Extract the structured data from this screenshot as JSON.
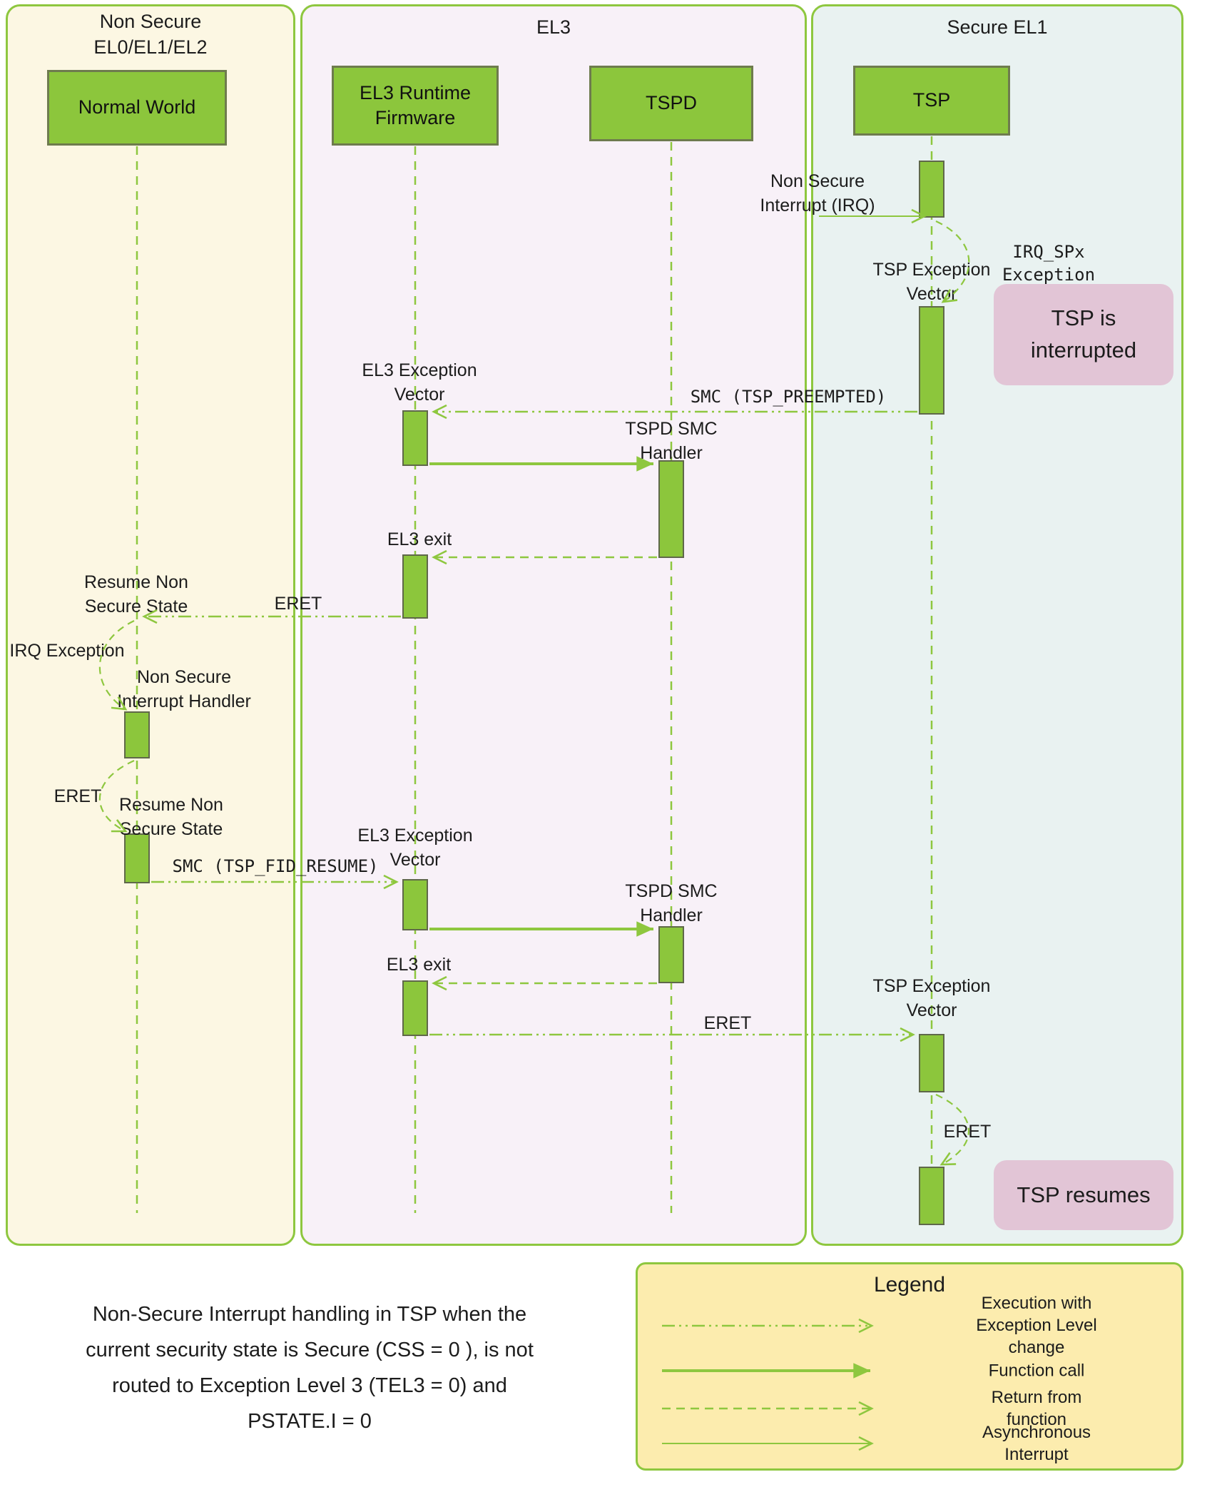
{
  "lanes": [
    {
      "title": "Non Secure\nEL0/EL1/EL2"
    },
    {
      "title": "EL3"
    },
    {
      "title": "Secure EL1"
    }
  ],
  "actors": [
    {
      "label": "Normal World"
    },
    {
      "label": "EL3 Runtime\nFirmware"
    },
    {
      "label": "TSPD"
    },
    {
      "label": "TSP"
    }
  ],
  "labels": {
    "non_secure_irq": "Non Secure\nInterrupt (IRQ)",
    "irq_spx_exception": "IRQ_SPx Exception",
    "tsp_exception_vector_1": "TSP Exception\nVector",
    "smc_preempted": "SMC (TSP_PREEMPTED)",
    "el3_exception_vector_1": "EL3 Exception\nVector",
    "tspd_smc_handler_1": "TSPD SMC\nHandler",
    "el3_exit_1": "EL3 exit",
    "eret_1": "ERET",
    "resume_non_secure_1": "Resume Non\nSecure State",
    "irq_exception": "IRQ Exception",
    "ns_interrupt_handler": "Non Secure\nInterrupt Handler",
    "eret_2": "ERET",
    "resume_non_secure_2": "Resume Non\nSecure State",
    "smc_fid_resume": "SMC (TSP_FID_RESUME)",
    "el3_exception_vector_2": "EL3 Exception\nVector",
    "tspd_smc_handler_2": "TSPD SMC\nHandler",
    "el3_exit_2": "EL3 exit",
    "eret_3": "ERET",
    "tsp_exception_vector_2": "TSP Exception\nVector",
    "eret_4": "ERET"
  },
  "notes": {
    "tsp_interrupted": "TSP is\ninterrupted",
    "tsp_resumes": "TSP resumes"
  },
  "caption": "Non-Secure Interrupt handling in TSP when the\ncurrent security state is Secure (CSS = 0 ), is not\nrouted to Exception Level 3 (TEL3 = 0) and\nPSTATE.I = 0",
  "legend": {
    "title": "Legend",
    "items": [
      {
        "label": "Execution with Exception Level\nchange"
      },
      {
        "label": "Function call"
      },
      {
        "label": "Return from function"
      },
      {
        "label": "Asynchronous Interrupt"
      }
    ]
  },
  "colors": {
    "accent_green": "#8ec73f",
    "box_green": "#8cc63c",
    "lane_non_secure_bg": "#fcf7e3",
    "lane_el3_bg": "#f8f1f8",
    "lane_secure_el1_bg": "#e9f2f1",
    "note_pink": "#e2c5d6",
    "legend_bg": "#fcecae"
  }
}
